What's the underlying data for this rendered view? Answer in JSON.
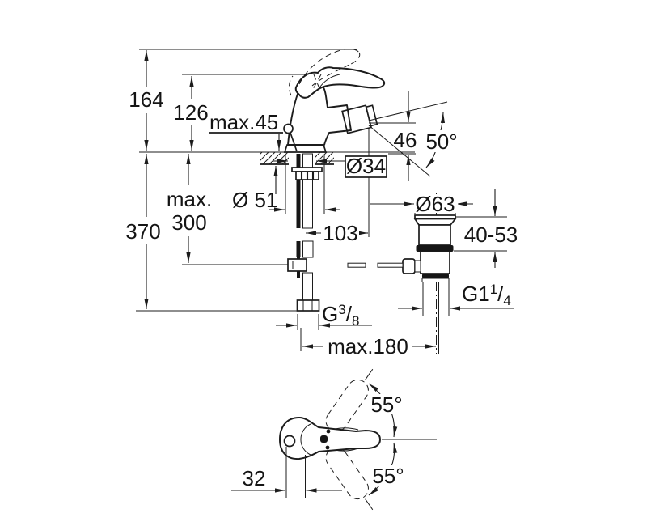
{
  "page": {
    "background": "#ffffff",
    "line_color": "#1c1c1c"
  },
  "drawing": {
    "type": "faucet-technical-dimension-drawing",
    "views": {
      "front": {
        "dim_total_height": "164",
        "dim_lever_height": "126",
        "dim_max_thickness": "max.45",
        "dim_spout_height": "46",
        "dim_aerator_angle": "50°",
        "dim_hole_diameter": "Ø34",
        "dim_base_diameter": "Ø 51",
        "dim_rod_line1": "max.",
        "dim_rod_line2": "300",
        "dim_below_deck": "370",
        "dim_spout_projection": "103",
        "supply_thread_base": "G",
        "supply_thread_sup": "3",
        "supply_thread_slash": "/",
        "supply_thread_sub": "8"
      },
      "waste": {
        "dim_flange_diameter": "Ø63",
        "dim_clamp_range": "40-53",
        "waste_thread_base": "G1",
        "waste_thread_sup": "1",
        "waste_thread_slash": "/",
        "waste_thread_sub": "4",
        "dim_max_spacing": "max.180"
      },
      "top": {
        "dim_swivel_upper": "55°",
        "dim_swivel_lower": "55°",
        "dim_knob_offset": "32"
      }
    }
  }
}
